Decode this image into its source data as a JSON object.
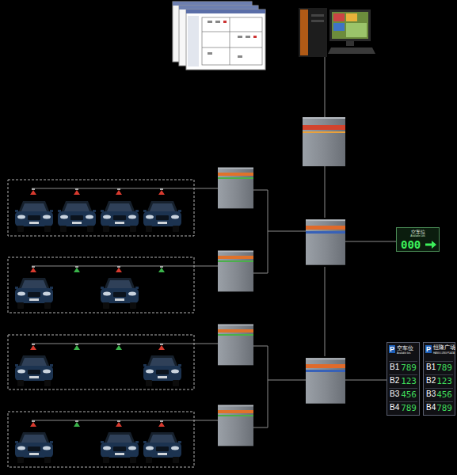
{
  "diagram": {
    "nodes": [
      {
        "text": [
          "空车位",
          "Available Lots",
          "000"
        ]
      },
      {
        "text": [
          "P",
          "空车位",
          "Available lots",
          "B1",
          "789",
          "B2",
          "123",
          "B3",
          "456",
          "B4",
          "789"
        ]
      },
      {
        "text": [
          "P",
          "恒隆广场",
          "HANG LUNG PLAZA",
          "B1",
          "789",
          "B2",
          "123",
          "B3",
          "456",
          "B4",
          "789"
        ]
      }
    ]
  }
}
